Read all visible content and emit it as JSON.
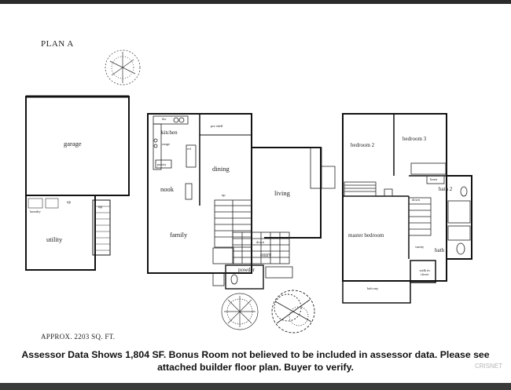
{
  "plan_title": "PLAN A",
  "approx_area": "APPROX. 2203 SQ. FT.",
  "notice_line1": "Assessor Data Shows 1,804 SF. Bonus Room not believed to be included in assessor data. Please see",
  "notice_line2": "attached builder floor plan. Buyer to verify.",
  "watermark": "CRISNET",
  "rooms": {
    "garage": "garage",
    "utility": "utility",
    "laundry": "laundry",
    "up_garage": "up",
    "up_garage2": "up",
    "kitchen": "kitchen",
    "range": "range",
    "dw": "dw",
    "ref": "ref",
    "pantry": "pantry",
    "pot_shelf": "pot shelf",
    "dining": "dining",
    "nook": "nook",
    "family": "family",
    "living": "living",
    "entry": "entry",
    "powder": "powder",
    "up_stair": "up",
    "down_stair": "down",
    "bedroom2": "bedroom 2",
    "bedroom3": "bedroom 3",
    "bath2": "bath 2",
    "master_bedroom": "master bedroom",
    "bath1": "bath 1",
    "vanity": "vanity",
    "walk_in_closet": "walk in closet",
    "balcony": "balcony",
    "linen": "linen",
    "down_upper": "down"
  }
}
